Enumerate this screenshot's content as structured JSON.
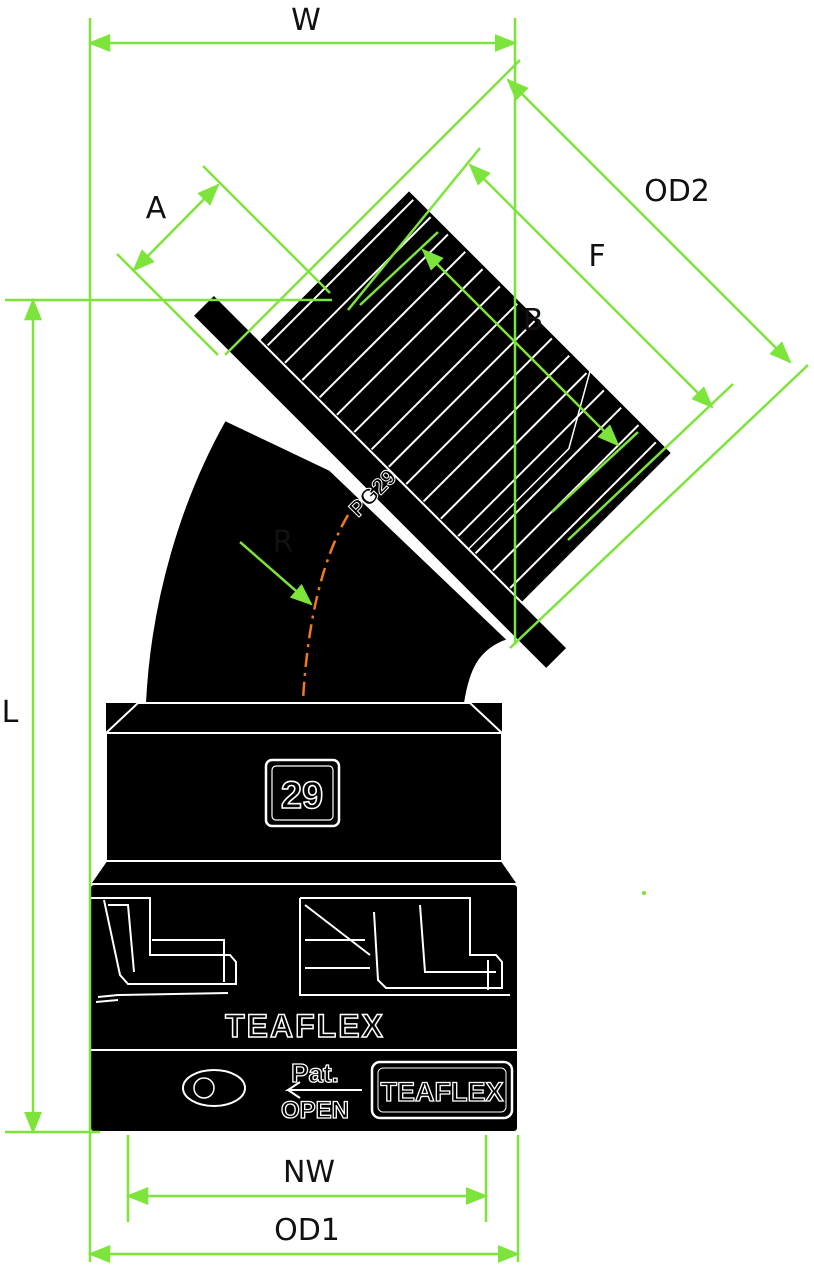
{
  "colors": {
    "dimension_line": "#7CE43A",
    "part_fill": "#000000",
    "part_outline": "#ffffff",
    "radius_line": "#F07A1E",
    "label": "#111111"
  },
  "dimensions": {
    "W": "W",
    "A": "A",
    "OD2": "OD2",
    "F": "F",
    "B": "B",
    "R": "R",
    "L": "L",
    "NW": "NW",
    "OD1": "OD1"
  },
  "part": {
    "thread_marking": "PG29",
    "size_badge": "29",
    "brand_band": "TEAFLEX",
    "brand_badge": "TEAFLEX",
    "pat_line1": "Pat.",
    "pat_line2": "OPEN"
  }
}
